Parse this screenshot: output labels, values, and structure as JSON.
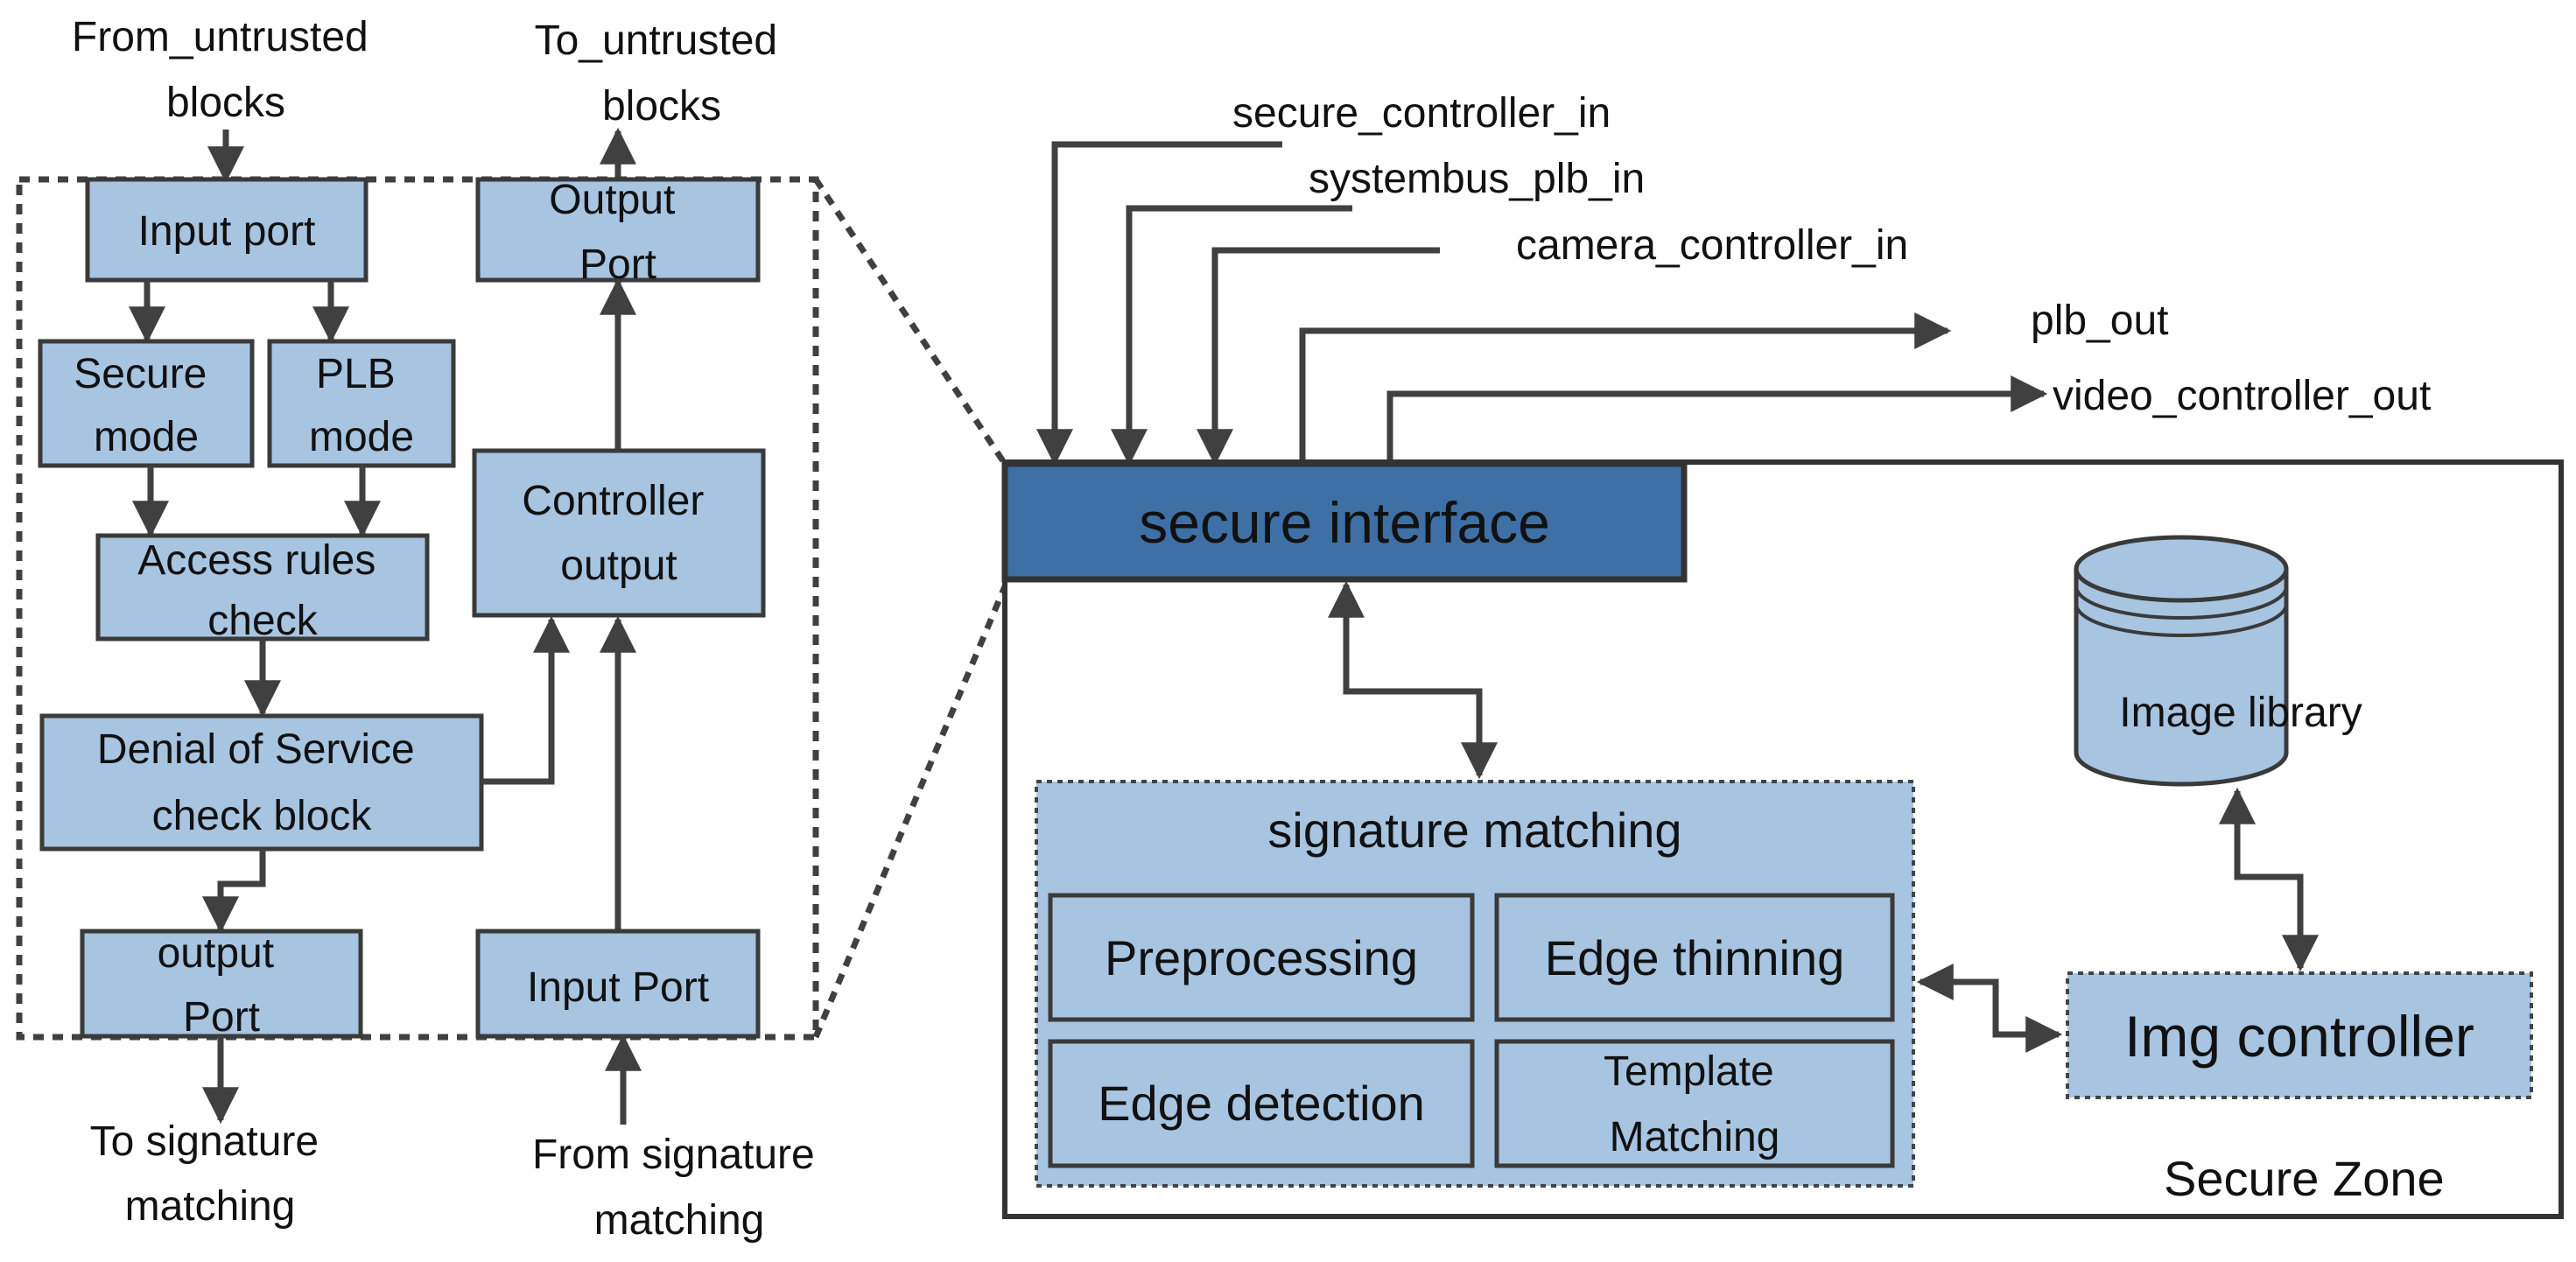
{
  "left_block": {
    "from_untrusted": [
      "From_untrusted",
      "blocks"
    ],
    "to_untrusted": [
      "To_untrusted",
      "blocks"
    ],
    "input_port_top": "Input port",
    "secure_mode": [
      "Secure",
      "mode"
    ],
    "plb_mode": [
      "PLB",
      "mode"
    ],
    "access_rules": [
      "Access rules",
      "check"
    ],
    "dos_check": [
      "Denial of Service",
      "check block"
    ],
    "output_port_bottom": [
      "output",
      "Port"
    ],
    "to_signature": [
      "To  signature",
      "matching"
    ],
    "output_port_top": [
      "Output",
      "Port"
    ],
    "controller_output": [
      "Controller",
      "output"
    ],
    "input_port_bottom": "Input Port",
    "from_signature": [
      "From signature",
      "matching"
    ]
  },
  "signals": {
    "secure_controller_in": "secure_controller_in",
    "systembus_plb_in": "systembus_plb_in",
    "camera_controller_in": "camera_controller_in",
    "plb_out": "plb_out",
    "video_controller_out": "video_controller_out"
  },
  "secure_zone": {
    "secure_interface": "secure interface",
    "signature_matching": "signature matching",
    "preprocessing": "Preprocessing",
    "edge_thinning": "Edge thinning",
    "edge_detection": "Edge detection",
    "template_matching": [
      "Template",
      "Matching"
    ],
    "image_library": "Image library",
    "img_controller": "Img controller",
    "zone_label": "Secure Zone"
  },
  "colors": {
    "box_fill": "#a7c4e0",
    "interface_fill": "#3e6fa5",
    "line": "#404040"
  }
}
